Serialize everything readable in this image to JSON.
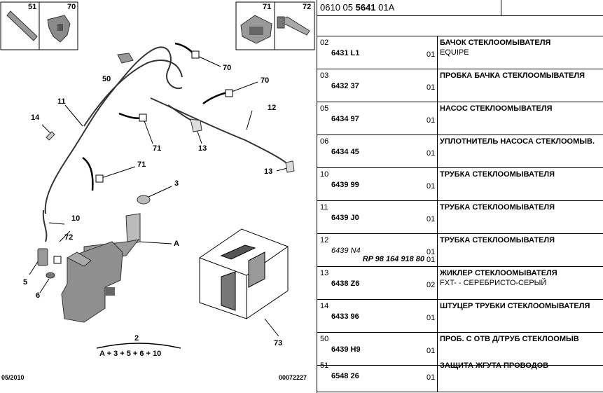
{
  "header": {
    "code_prefix": "0610 05 ",
    "code_bold": "5641",
    "code_suffix": " 01A"
  },
  "diagram": {
    "box_labels": [
      "51",
      "70",
      "71",
      "72"
    ],
    "callouts": {
      "c70a": "70",
      "c50": "50",
      "c70b": "70",
      "c11": "11",
      "c12": "12",
      "c14": "14",
      "c71a": "71",
      "c13a": "13",
      "c71b": "71",
      "c13b": "13",
      "c3": "3",
      "c10": "10",
      "c72": "72",
      "cA": "A",
      "c5": "5",
      "c6": "6",
      "c73": "73",
      "c2": "2"
    },
    "formula": "A + 3 + 5 + 6 + 10",
    "date": "05/2010",
    "ref_number": "00072227"
  },
  "parts": [
    {
      "pos": "02",
      "ref": "6431 L1",
      "qty": "01",
      "name": "БАЧОК СТЕКЛООМЫВАТЕЛЯ",
      "note": "EQUIPE"
    },
    {
      "pos": "03",
      "ref": "6432 37",
      "qty": "01",
      "name": "ПРОБКА БАЧКА СТЕКЛООМЫВАТЕЛЯ",
      "note": ""
    },
    {
      "pos": "05",
      "ref": "6434 97",
      "qty": "01",
      "name": "НАСОС СТЕКЛООМЫВАТЕЛЯ",
      "note": ""
    },
    {
      "pos": "06",
      "ref": "6434 45",
      "qty": "01",
      "name": "УПЛОТНИТЕЛЬ НАСОСА СТЕКЛООМЫВ.",
      "note": ""
    },
    {
      "pos": "10",
      "ref": "6439 99",
      "qty": "01",
      "name": "ТРУБКА СТЕКЛООМЫВАТЕЛЯ",
      "note": ""
    },
    {
      "pos": "11",
      "ref": "6439 J0",
      "qty": "01",
      "name": "ТРУБКА СТЕКЛООМЫВАТЕЛЯ",
      "note": ""
    },
    {
      "pos": "12",
      "ref": "6439 N4",
      "ref2": "RP 98 164 918 80",
      "qty": "01",
      "qty2": "01",
      "name": "ТРУБКА СТЕКЛООМЫВАТЕЛЯ",
      "note": ""
    },
    {
      "pos": "13",
      "ref": "6438 Z6",
      "qty": "02",
      "name": "ЖИКЛЕР СТЕКЛООМЫВАТЕЛЯ",
      "note": "FXT- - СЕРЕБРИСТО-СЕРЫЙ"
    },
    {
      "pos": "14",
      "ref": "6433 96",
      "qty": "01",
      "name": "ШТУЦЕР ТРУБКИ СТЕКЛООМЫВАТЕЛЯ",
      "note": ""
    },
    {
      "pos": "50",
      "ref": "6439 H9",
      "qty": "01",
      "name": "ПРОБ. С ОТВ Д/ТРУБ СТЕКЛООМЫВ",
      "note": ""
    },
    {
      "pos": "51",
      "ref": "6548 26",
      "qty": "01",
      "name": "ЗАЩИТА ЖГУТА ПРОВОДОВ",
      "note": ""
    }
  ]
}
